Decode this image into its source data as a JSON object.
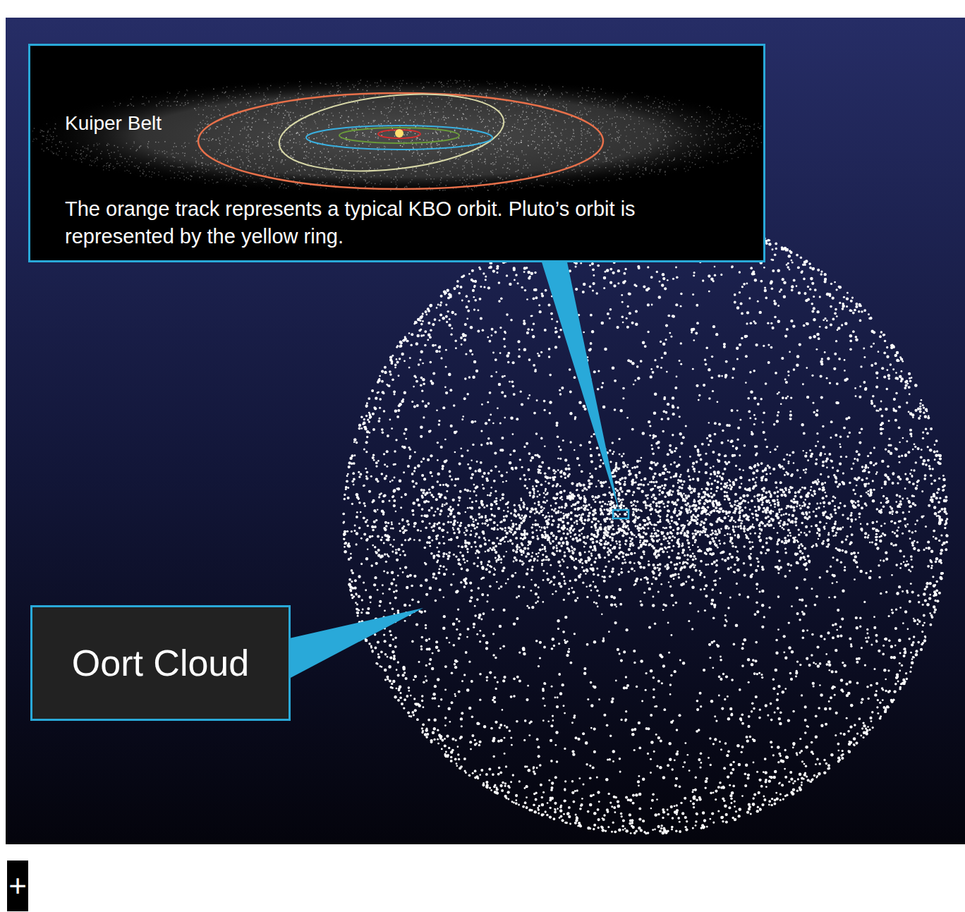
{
  "diagram": {
    "nodes": [
      {
        "text": [
          "Kuiper Belt",
          "The orange track represents a typical KBO orbit. Pluto’s orbit is represented by the yellow ring."
        ]
      },
      {
        "text": [
          "Oort Cloud"
        ]
      }
    ],
    "labels": [
      "+"
    ]
  }
}
